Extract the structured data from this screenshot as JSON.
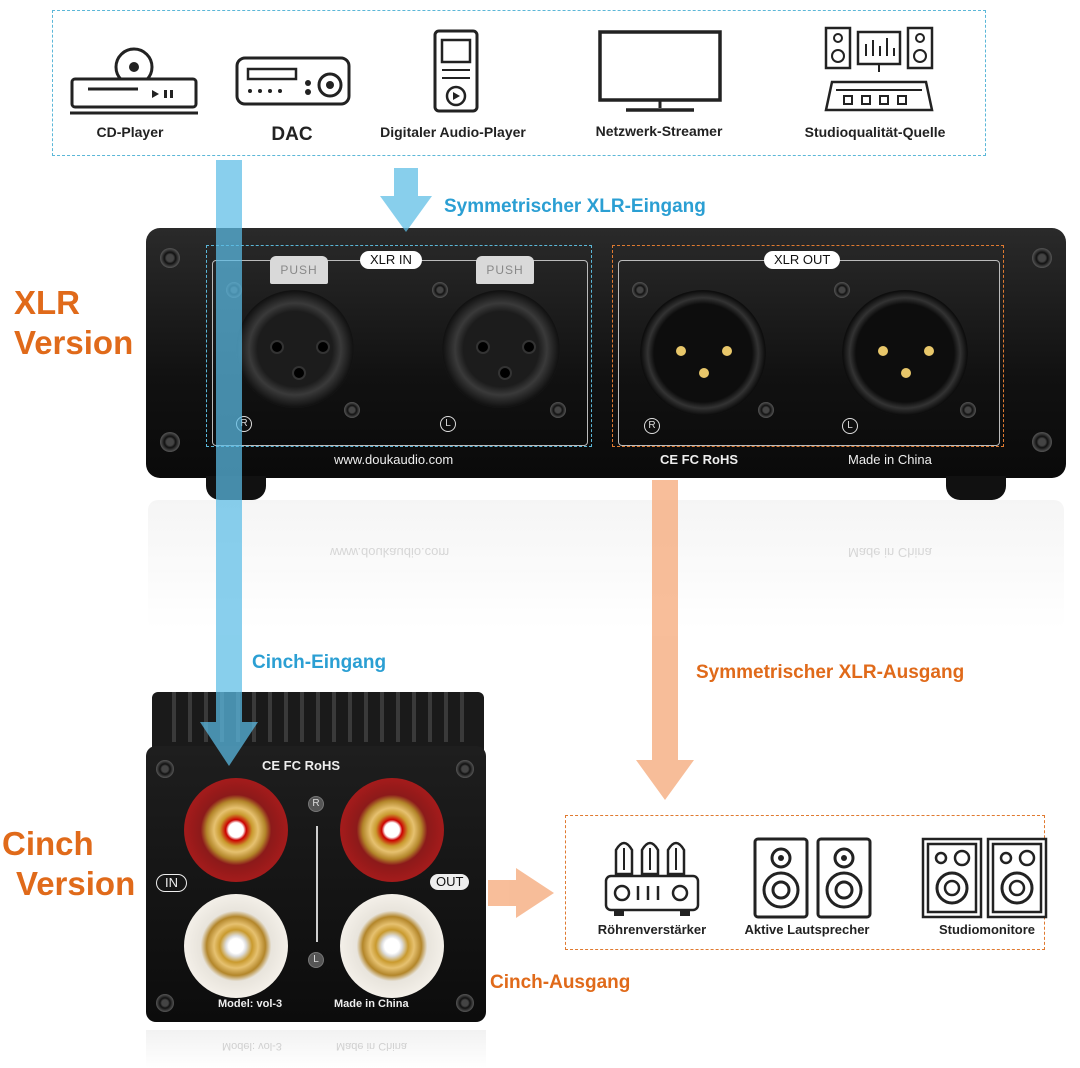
{
  "sources": {
    "items": [
      {
        "label": "CD-Player",
        "icon": "cd-player-icon"
      },
      {
        "label": "DAC",
        "icon": "dac-icon"
      },
      {
        "label": "Digitaler Audio-Player",
        "icon": "audio-player-icon"
      },
      {
        "label": "Netzwerk-Streamer",
        "icon": "monitor-icon"
      },
      {
        "label": "Studioqualität-Quelle",
        "icon": "mixing-console-icon"
      }
    ]
  },
  "labels": {
    "xlr_in_arrow": "Symmetrischer XLR-Eingang",
    "cinch_in_arrow": "Cinch-Eingang",
    "xlr_out_arrow": "Symmetrischer XLR-Ausgang",
    "cinch_out_arrow": "Cinch-Ausgang",
    "xlr_version_1": "XLR",
    "xlr_version_2": "Version",
    "cinch_version_1": "Cinch",
    "cinch_version_2": "Version"
  },
  "xlr_device": {
    "in_tag": "XLR IN",
    "out_tag": "XLR OUT",
    "push": "PUSH",
    "r": "R",
    "l": "L",
    "website": "www.doukaudio.com",
    "certs": "CE FC RoHS",
    "made_in": "Made in China"
  },
  "cinch_device": {
    "certs": "CE FC RoHS",
    "in_tag": "IN",
    "out_tag": "OUT",
    "r": "R",
    "l": "L",
    "model": "Model: vol-3",
    "made_in": "Made in China"
  },
  "destinations": {
    "items": [
      {
        "label": "Röhrenverstärker",
        "icon": "tube-amplifier-icon"
      },
      {
        "label": "Aktive Lautsprecher",
        "icon": "speakers-icon"
      },
      {
        "label": "Studiomonitore",
        "icon": "studio-monitors-icon"
      }
    ]
  },
  "colors": {
    "blue": "#2b9fd3",
    "orange": "#e06a1a"
  }
}
